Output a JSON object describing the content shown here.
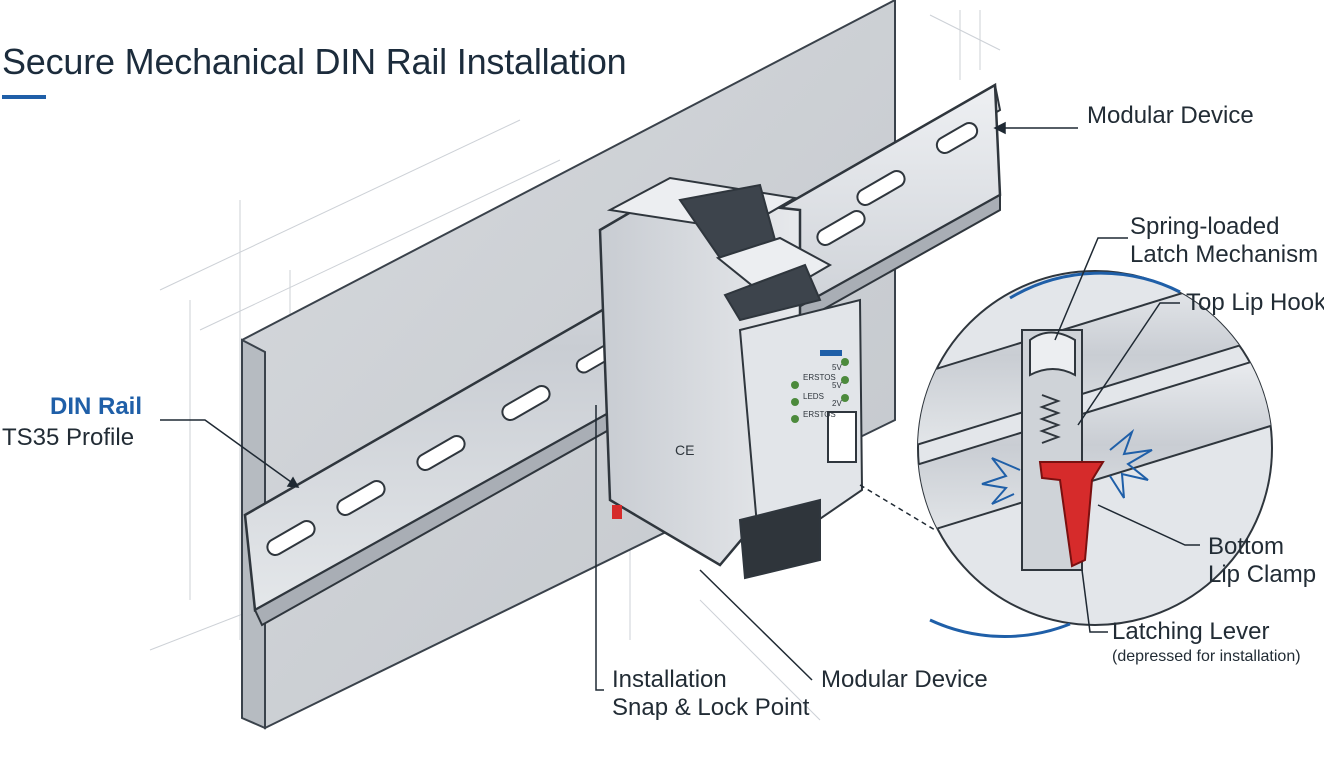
{
  "title": "Secure Mechanical DIN Rail Installation",
  "labels": {
    "din_rail": "DIN Rail",
    "ts35_profile": "TS35 Profile",
    "modular_device_top": "Modular Device",
    "modular_device_bottom": "Modular Device",
    "spring_loaded_1": "Spring-loaded",
    "spring_loaded_2": "Latch Mechanism",
    "top_lip_hook": "Top Lip Hook",
    "bottom_lip_clamp_1": "Bottom",
    "bottom_lip_clamp_2": "Lip Clamp",
    "latching_lever": "Latching Lever",
    "latching_lever_note": "(depressed for installation)",
    "install_point_1": "Installation",
    "install_point_2": "Snap & Lock Point"
  },
  "device_text": {
    "front_1": "ERSTOS",
    "front_2": "LEDS",
    "front_3": "ERSTOS",
    "volt_1": "5V",
    "volt_2": "5V",
    "volt_3": "2V",
    "ce": "CE"
  },
  "colors": {
    "accent_blue": "#1f5fa8",
    "lever_red": "#d62b2b",
    "metal": "#d3d7dc",
    "wall": "#cfd3d8",
    "line": "#1f2933"
  }
}
